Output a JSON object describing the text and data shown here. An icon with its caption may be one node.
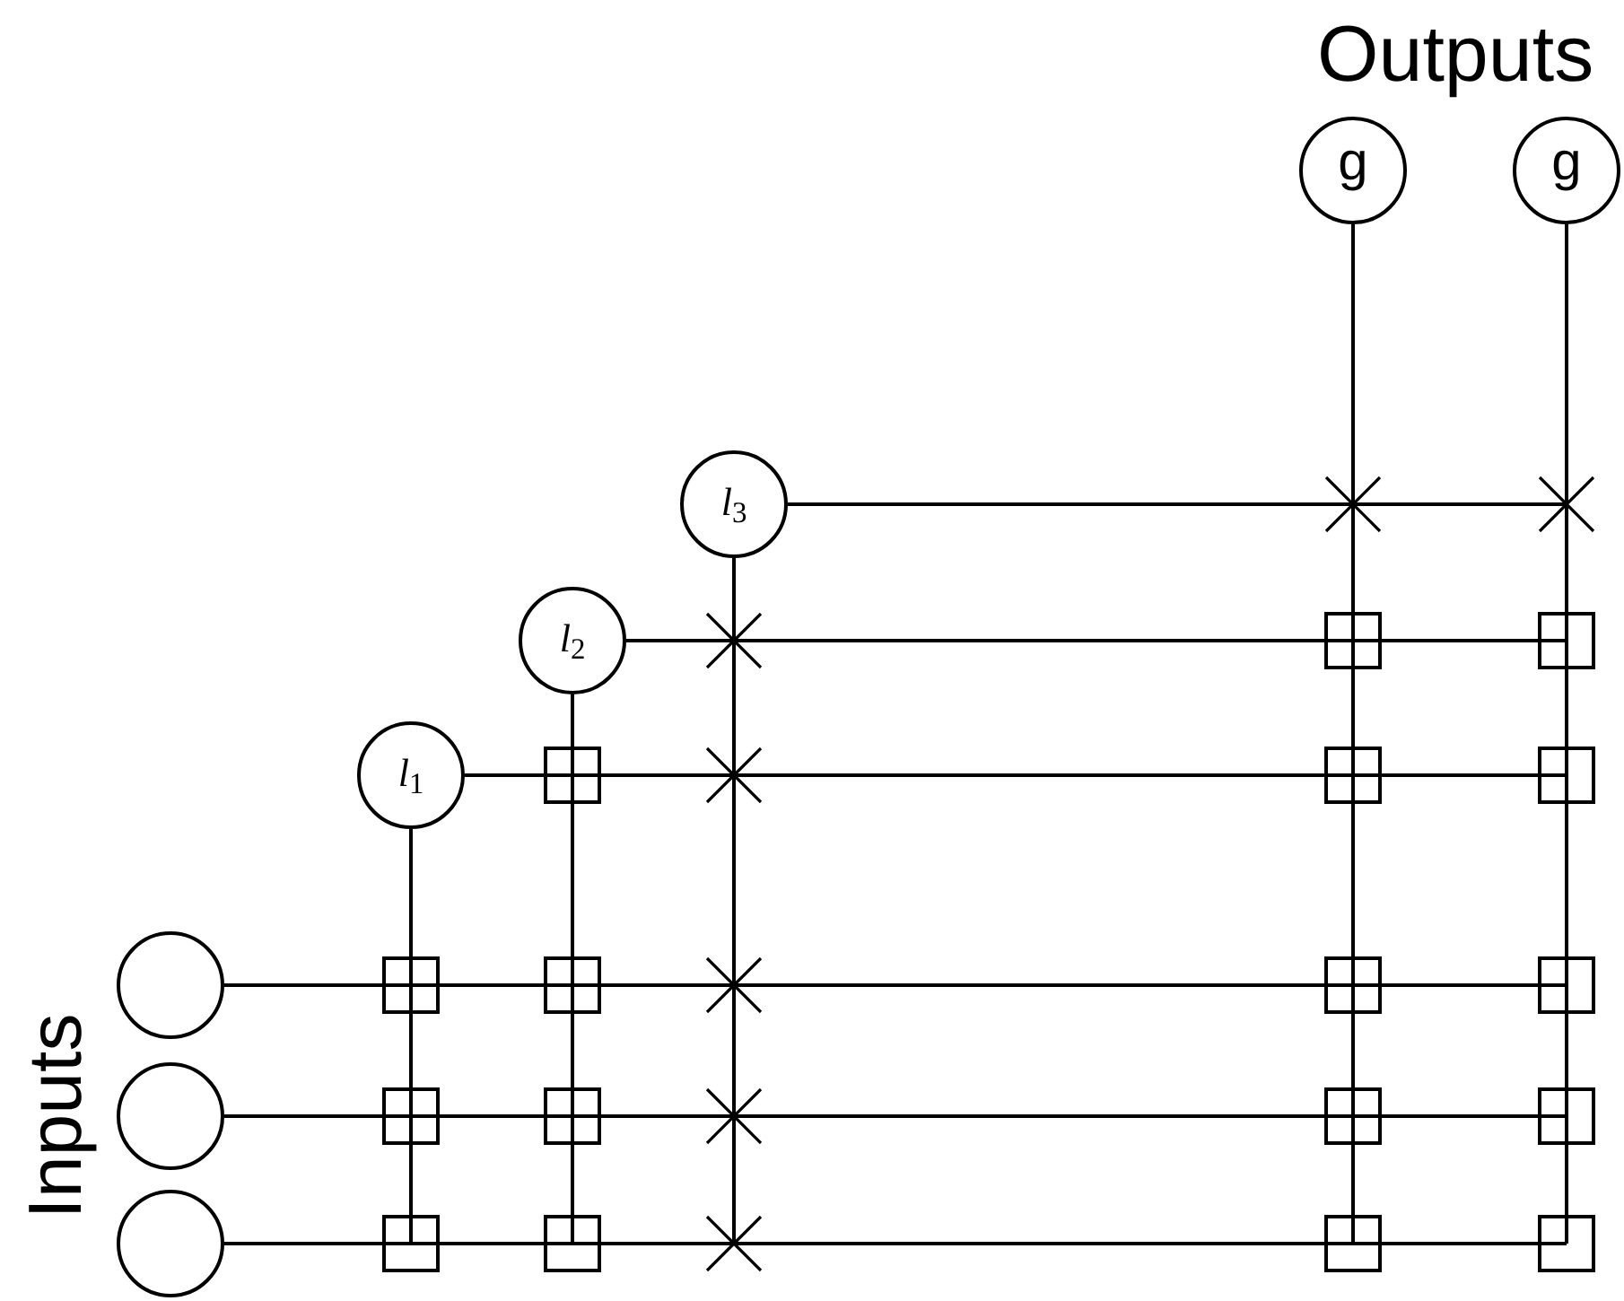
{
  "diagram": {
    "nodes": [
      {
        "text": [
          "g"
        ]
      },
      {
        "text": [
          "g"
        ]
      },
      {
        "text": [
          "*l*$_{3}$"
        ]
      },
      {
        "text": [
          "*l*$_{2}$"
        ]
      },
      {
        "text": [
          "*l*$_{1}$"
        ]
      },
      {
        "text": [],
        "shape": "circle"
      },
      {
        "text": [],
        "shape": "circle"
      },
      {
        "text": [],
        "shape": "circle"
      }
    ],
    "edges": [
      {
        "from": 0,
        "to": null,
        "arrow": "none"
      },
      {
        "from": 1,
        "to": null,
        "arrow": "none"
      },
      {
        "from": 2,
        "to": null,
        "arrow": "none"
      },
      {
        "from": 2,
        "to": null,
        "arrow": "none"
      },
      {
        "from": 3,
        "to": null,
        "arrow": "none"
      },
      {
        "from": 3,
        "to": null,
        "arrow": "none"
      },
      {
        "from": 4,
        "to": null,
        "arrow": "none"
      },
      {
        "from": 4,
        "to": null,
        "arrow": "none"
      },
      {
        "from": 5,
        "to": null,
        "arrow": "none"
      },
      {
        "from": 6,
        "to": null,
        "arrow": "none"
      },
      {
        "from": 7,
        "to": null,
        "arrow": "none"
      }
    ],
    "labels": [
      "Outputs",
      "Inputs"
    ]
  }
}
